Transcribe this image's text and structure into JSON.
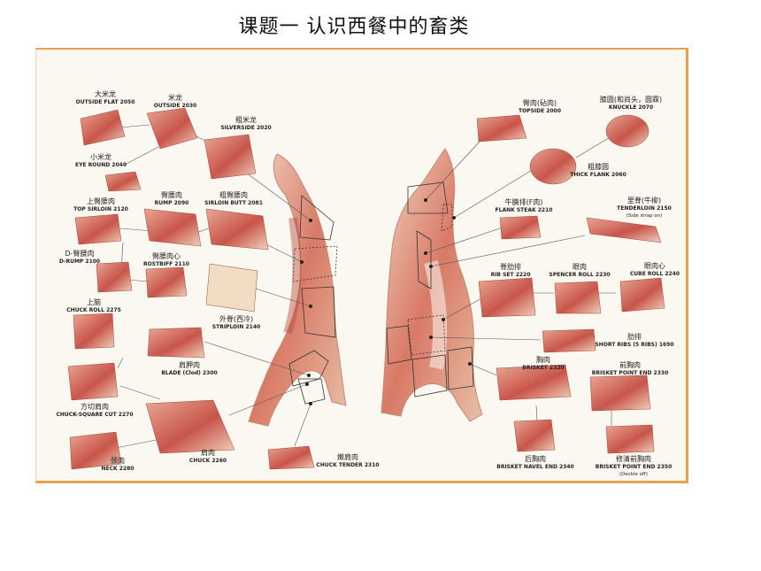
{
  "page": {
    "title": "课题一    认识西餐中的畜类"
  },
  "chart": {
    "colors": {
      "meat": "#c8554a",
      "fat": "#f1ddc4",
      "frame": "#e8a24f",
      "line": "#555555"
    },
    "labels": [
      {
        "cn": "大米龙",
        "en": "OUTSIDE FLAT 2050"
      },
      {
        "cn": "米龙",
        "en": "OUTSIDE 2030"
      },
      {
        "cn": "粗米龙",
        "en": "SILVERSIDE 2020"
      },
      {
        "cn": "小米龙",
        "en": "EYE ROUND 2040"
      },
      {
        "cn": "上臀腰肉",
        "en": "TOP SIRLOIN 2120"
      },
      {
        "cn": "臀腰肉",
        "en": "RUMP 2090"
      },
      {
        "cn": "粗臀腰肉",
        "en": "SIRLOIN BUTT 2081"
      },
      {
        "cn": "D-臀腰肉",
        "en": "D-RUMP 2100"
      },
      {
        "cn": "臀腰肉心",
        "en": "ROSTBIFF 2110"
      },
      {
        "cn": "上脑",
        "en": "CHUCK ROLL 2275"
      },
      {
        "cn": "外脊(西冷)",
        "en": "STRIPLOIN 2140"
      },
      {
        "cn": "肩胛肉",
        "en": "BLADE (Clod) 2300"
      },
      {
        "cn": "方切肩肉",
        "en": "CHUCK-SQUARE CUT 2270"
      },
      {
        "cn": "肩肉",
        "en": "CHUCK 2260"
      },
      {
        "cn": "颈肉",
        "en": "NECK 2280"
      },
      {
        "cn": "嫩肩肉",
        "en": "CHUCK TENDER 2310"
      },
      {
        "cn": "臀肉(砧肉)",
        "en": "TOPSIDE 2000"
      },
      {
        "cn": "膝圆(和尚头，圆霖)",
        "en": "KNUCKLE 2070"
      },
      {
        "cn": "粗膝圆",
        "en": "THICK FLANK 2060"
      },
      {
        "cn": "牛腩排(F肉)",
        "en": "FLANK STEAK 2210"
      },
      {
        "cn": "里脊(牛柳)",
        "en": "TENDERLOIN 2150",
        "extra": "(Side strap on)"
      },
      {
        "cn": "脊肋排",
        "en": "RIB SET 2220"
      },
      {
        "cn": "眼肉",
        "en": "SPENCER ROLL 2230"
      },
      {
        "cn": "眼肉心",
        "en": "CUBE ROLL 2240"
      },
      {
        "cn": "肋排",
        "en": "SHORT RIBS (5 RIBS) 1690"
      },
      {
        "cn": "胸肉",
        "en": "BRISKET 2320"
      },
      {
        "cn": "前胸肉",
        "en": "BRISKET POINT END 2330"
      },
      {
        "cn": "后胸肉",
        "en": "BRISKET NAVEL END 2340"
      },
      {
        "cn": "修清前胸肉",
        "en": "BRISKET POINT END 2350",
        "extra": "(Deckle off)"
      }
    ]
  }
}
